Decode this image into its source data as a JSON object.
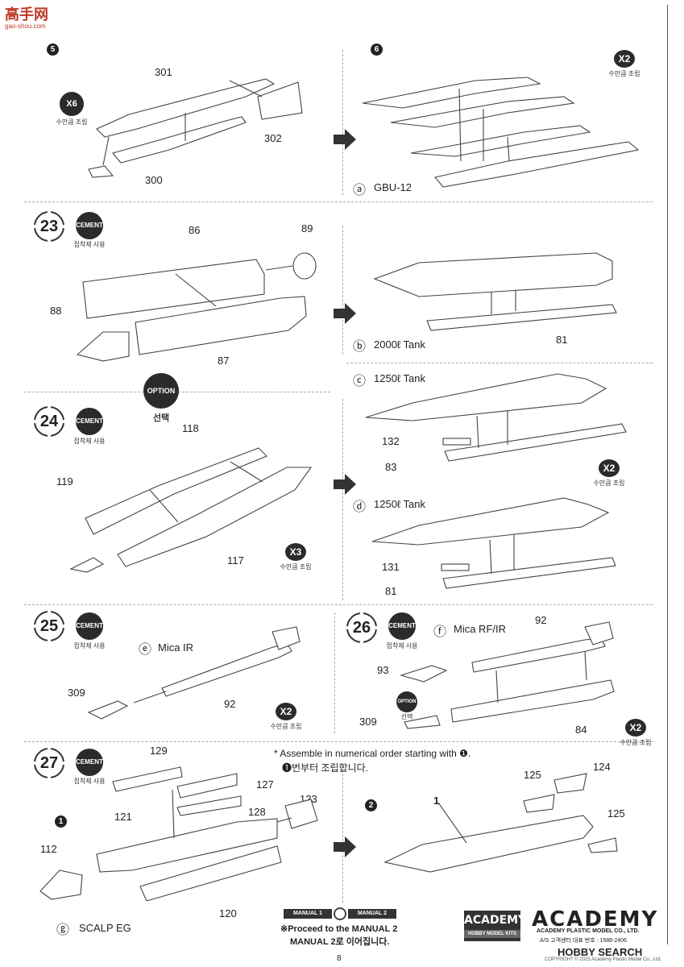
{
  "watermark": {
    "name": "高手网",
    "url": "gao-shou.com"
  },
  "steps": {
    "s5": {
      "num": "5",
      "qty": "X6",
      "qty_caption": "수만큼 조립",
      "parts": [
        "301",
        "302",
        "300"
      ]
    },
    "s6": {
      "num": "6",
      "qty": "X2",
      "qty_caption": "수만큼 조립",
      "marker": "ⓐ",
      "label": "GBU-12"
    },
    "s23": {
      "num": "23",
      "cement": "CEMENT",
      "cement_caption": "접착제 사용",
      "parts": [
        "86",
        "89",
        "88",
        "87"
      ],
      "marker": "ⓑ",
      "tank_label": "2000ℓ Tank",
      "tank_part": "81"
    },
    "option": {
      "label": "OPTION",
      "caption": "선택"
    },
    "s24": {
      "num": "24",
      "cement": "CEMENT",
      "cement_caption": "접착제 사용",
      "parts": [
        "118",
        "119",
        "117"
      ],
      "qty": "X3",
      "qty_caption": "수만큼 조립"
    },
    "tank_c": {
      "marker": "ⓒ",
      "label": "1250ℓ Tank",
      "parts": [
        "132",
        "83"
      ],
      "qty": "X2",
      "qty_caption": "수만큼 조립"
    },
    "tank_d": {
      "marker": "ⓓ",
      "label": "1250ℓ Tank",
      "parts": [
        "131",
        "81"
      ]
    },
    "s25": {
      "num": "25",
      "cement": "CEMENT",
      "cement_caption": "접착제 사용",
      "marker": "ⓔ",
      "label": "Mica IR",
      "parts": [
        "309",
        "92"
      ],
      "qty": "X2",
      "qty_caption": "수만큼 조립"
    },
    "s26": {
      "num": "26",
      "cement": "CEMENT",
      "cement_caption": "접착제 사용",
      "marker": "ⓕ",
      "label": "Mica RF/IR",
      "parts": [
        "92",
        "93",
        "309",
        "84"
      ],
      "option": "OPTION",
      "option_caption": "선택",
      "qty": "X2",
      "qty_caption": "수만큼 조립"
    },
    "s27": {
      "num": "27",
      "cement": "CEMENT",
      "cement_caption": "접착제 사용",
      "sub1": "1",
      "sub2": "2",
      "parts": [
        "129",
        "127",
        "128",
        "121",
        "123",
        "112",
        "120",
        "125",
        "124",
        "125",
        "1"
      ],
      "marker": "ⓖ",
      "label": "SCALP EG"
    }
  },
  "assembly_note": {
    "en": "* Assemble in numerical order starting with ❶.",
    "ko": "❶번부터 조립합니다."
  },
  "footer": {
    "manual1": "MANUAL 1",
    "manual2": "MANUAL 2",
    "proceed_en": "※Proceed to the MANUAL 2",
    "proceed_ko": "MANUAL 2로 이어집니다.",
    "brand_box": "ACADEMY",
    "brand_box_sub": "HOBBY MODEL KITS",
    "logo": "ACADEMY",
    "logo_sub": "ACADEMY PLASTIC MODEL CO., LTD.",
    "service": "A/S 고객센터 대표 번호 : 1588-2406",
    "copyright": "COPYRIGHT © 2025 Academy Plastic Model Co., Ltd.",
    "hobbysearch": "HOBBY SEARCH",
    "page": "8"
  }
}
